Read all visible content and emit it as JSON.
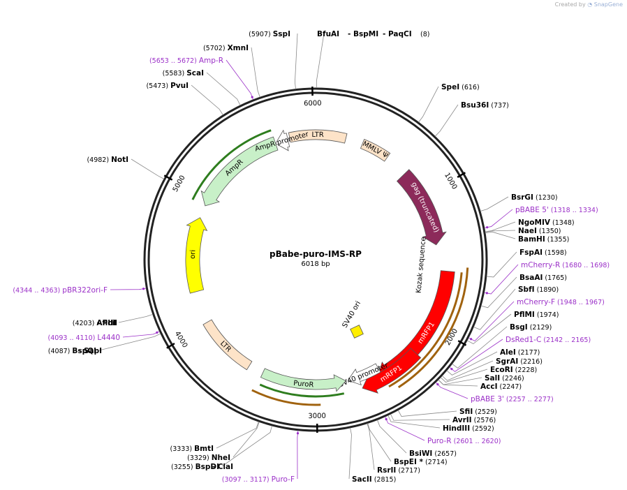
{
  "credit": {
    "prefix": "Created by",
    "brand": "SnapGene"
  },
  "plasmid": {
    "name": "pBabe-puro-IMS-RP",
    "size_label": "6018 bp",
    "length": 6018
  },
  "colors": {
    "primer": "#9b30c8",
    "ampr": "#c8f0c8",
    "ori": "#ffff00",
    "ltr": "#fde3c8",
    "gag": "#8c2a5a",
    "mrfp": "#ff0000",
    "sv40ori": "#ffee00",
    "orf_green": "#2e7d1e",
    "orf_orange": "#a0620e"
  },
  "ticks": [
    {
      "pos": 1000,
      "label": "1000"
    },
    {
      "pos": 2000,
      "label": "2000"
    },
    {
      "pos": 3000,
      "label": "3000"
    },
    {
      "pos": 4000,
      "label": "4000"
    },
    {
      "pos": 5000,
      "label": "5000"
    },
    {
      "pos": 6000,
      "label": "6000"
    }
  ],
  "features": [
    {
      "name": "LTR",
      "start": 6018,
      "end": 6020,
      "dir": 0,
      "label": "LTR",
      "color": "ltr",
      "start_angle": -12,
      "end_angle": 14
    },
    {
      "name": "MMLV",
      "label": "MMLV Ψ",
      "start_angle": 22,
      "end_angle": 35,
      "color": "ltr",
      "dir": 0
    },
    {
      "name": "gag",
      "label": "gag (truncated)",
      "start_angle": 46,
      "end_angle": 83,
      "color": "gag",
      "dir": 1
    },
    {
      "name": "mRFP1a",
      "label": "mRFP1",
      "start_angle": 95,
      "end_angle": 152,
      "color": "mrfp",
      "dir": 1
    },
    {
      "name": "mRFP1b",
      "label": "mRFP1",
      "start_angle": 133,
      "end_angle": 160,
      "color": "mrfp",
      "dir": 1
    },
    {
      "name": "SV40promoter",
      "label": "SV40 promoter",
      "start_angle": 150,
      "end_angle": 165,
      "color": "white",
      "dir": 1
    },
    {
      "name": "PuroR",
      "label": "PuroR",
      "start_angle": 166,
      "end_angle": 205,
      "color": "ampr",
      "dir": -1
    },
    {
      "name": "LTR2",
      "label": "LTR",
      "start_angle": 212,
      "end_angle": 240,
      "color": "ltr",
      "dir": 0
    },
    {
      "name": "ori",
      "label": "ori",
      "start_angle": 255,
      "end_angle": 290,
      "color": "ori",
      "dir": 1
    },
    {
      "name": "AmpR",
      "label": "AmpR",
      "start_angle": 296,
      "end_angle": 341,
      "color": "ampr",
      "dir": -1
    },
    {
      "name": "AmpRpromoter",
      "label": "AmpR promoter",
      "start_angle": 341,
      "end_angle": 347,
      "color": "white",
      "dir": -1
    }
  ],
  "sv40ori_label": "SV40 ori",
  "kozak_label": "Kozak sequence",
  "labels": [
    {
      "pos": "(5907)",
      "name": "SspI",
      "type": "enz"
    },
    {
      "pos": "",
      "name": "BfuAI",
      "type": "enz"
    },
    {
      "pos": "",
      "name": "- BspMI",
      "type": "enz"
    },
    {
      "pos": "",
      "name": "- PaqCI",
      "type": "enz"
    },
    {
      "pos": "(8)",
      "name": "",
      "type": "pos"
    },
    {
      "pos": "(5702)",
      "name": "XmnI",
      "type": "enz"
    },
    {
      "pos": "(5653 .. 5672)",
      "name": "Amp-R",
      "type": "prim"
    },
    {
      "pos": "(5583)",
      "name": "ScaI",
      "type": "enz"
    },
    {
      "pos": "(5473)",
      "name": "PvuI",
      "type": "enz"
    },
    {
      "pos": "(4982)",
      "name": "NotI",
      "type": "enz"
    },
    {
      "pos": "(4344 .. 4363)",
      "name": "pBR322ori-F",
      "type": "prim"
    },
    {
      "pos": "(4203)",
      "name": "AflIII",
      "type": "enz"
    },
    {
      "pos": "",
      "name": "- PciI",
      "type": "enz"
    },
    {
      "pos": "(4093 .. 4110)",
      "name": "L4440",
      "type": "prim"
    },
    {
      "pos": "(4087)",
      "name": "BspQI",
      "type": "enz"
    },
    {
      "pos": "",
      "name": "- SapI",
      "type": "enz"
    },
    {
      "pos": "(3333)",
      "name": "BmtI",
      "type": "enz"
    },
    {
      "pos": "(3329)",
      "name": "NheI",
      "type": "enz"
    },
    {
      "pos": "(3255)",
      "name": "BspDI",
      "type": "enz"
    },
    {
      "pos": "",
      "name": "- ClaI",
      "type": "enz"
    },
    {
      "pos": "(3097 .. 3117)",
      "name": "Puro-F",
      "type": "prim"
    },
    {
      "pos": "(616)",
      "name": "SpeI",
      "type": "enz"
    },
    {
      "pos": "(737)",
      "name": "Bsu36I",
      "type": "enz"
    },
    {
      "pos": "(1230)",
      "name": "BsrGI",
      "type": "enz"
    },
    {
      "pos": "(1318 .. 1334)",
      "name": "pBABE 5'",
      "type": "prim"
    },
    {
      "pos": "(1348)",
      "name": "NgoMIV",
      "type": "enz"
    },
    {
      "pos": "(1350)",
      "name": "NaeI",
      "type": "enz"
    },
    {
      "pos": "(1355)",
      "name": "BamHI",
      "type": "enz"
    },
    {
      "pos": "(1598)",
      "name": "FspAI",
      "type": "enz"
    },
    {
      "pos": "(1680 .. 1698)",
      "name": "mCherry-R",
      "type": "prim"
    },
    {
      "pos": "(1765)",
      "name": "BsaAI",
      "type": "enz"
    },
    {
      "pos": "(1890)",
      "name": "SbfI",
      "type": "enz"
    },
    {
      "pos": "(1948 .. 1967)",
      "name": "mCherry-F",
      "type": "prim"
    },
    {
      "pos": "(1974)",
      "name": "PflMI",
      "type": "enz"
    },
    {
      "pos": "(2129)",
      "name": "BsgI",
      "type": "enz"
    },
    {
      "pos": "(2142 .. 2165)",
      "name": "DsRed1-C",
      "type": "prim"
    },
    {
      "pos": "(2177)",
      "name": "AleI",
      "type": "enz"
    },
    {
      "pos": "(2216)",
      "name": "SgrAI",
      "type": "enz"
    },
    {
      "pos": "(2228)",
      "name": "EcoRI",
      "type": "enz"
    },
    {
      "pos": "(2246)",
      "name": "SalI",
      "type": "enz"
    },
    {
      "pos": "(2247)",
      "name": "AccI",
      "type": "enz"
    },
    {
      "pos": "(2257 .. 2277)",
      "name": "pBABE 3'",
      "type": "prim"
    },
    {
      "pos": "(2529)",
      "name": "SfiI",
      "type": "enz"
    },
    {
      "pos": "(2576)",
      "name": "AvrII",
      "type": "enz"
    },
    {
      "pos": "(2592)",
      "name": "HindIII",
      "type": "enz"
    },
    {
      "pos": "(2601 .. 2620)",
      "name": "Puro-R",
      "type": "prim"
    },
    {
      "pos": "(2657)",
      "name": "BsiWI",
      "type": "enz"
    },
    {
      "pos": "(2714)",
      "name": "BspEI *",
      "type": "enz"
    },
    {
      "pos": "(2717)",
      "name": "RsrII",
      "type": "enz"
    },
    {
      "pos": "(2815)",
      "name": "SacII",
      "type": "enz"
    }
  ]
}
